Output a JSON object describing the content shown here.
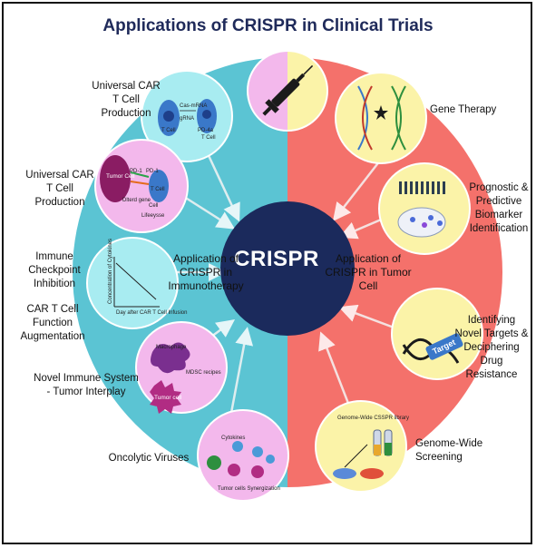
{
  "title": "Applications of CRISPR in Clinical Trials",
  "center": "CRISPR",
  "left_half": "Application of CRISPR in Immunotherapy",
  "right_half": "Application of CRISPR in Tumor Cell",
  "left_items": [
    {
      "label": "Universal CAR T Cell Production"
    },
    {
      "label": "Universal CAR T Cell Production"
    },
    {
      "label": "Immune Checkpoint Inhibition"
    },
    {
      "label": "CAR T Cell Function Augmentation"
    },
    {
      "label": "Novel Immune System - Tumor Interplay"
    },
    {
      "label": "Oncolytic Viruses"
    }
  ],
  "right_items": [
    {
      "label": "Gene Therapy"
    },
    {
      "label": "Prognostic & Predictive Biomarker Identification"
    },
    {
      "label": "Identifying Novel Targets & Deciphering Drug Resistance"
    },
    {
      "label": "Genome-Wide Screening"
    }
  ],
  "inset_text": {
    "c1_cas": "Cas-mRNA",
    "c1_grna": "gRNA",
    "c1_tcell": "T Cell",
    "c1_pd": "PD-4a",
    "c1_tcell2": "T Cell",
    "c2_pd1a": "PD-1",
    "c2_pd1b": "PD-1",
    "c2_tumor": "Tumor Cell",
    "c2_tcell": "T Cell",
    "c2_cell": "Cell",
    "c2_gene": "Dlterd gene",
    "c2_life": "Lifeeysse",
    "c3_y": "Concentration of Cytokines",
    "c3_x": "Day after CAR T Cell Infusion",
    "c4_macro": "Macrophage",
    "c4_mdsc": "MDSC recipes",
    "c4_tumor": "Tumor cell",
    "c5_cyto": "Cytokines",
    "c5_syn": "Tumor cells  Synergization",
    "r4_lib": "Genome-Wide CSSPR library",
    "r3_target": "Target"
  },
  "colors": {
    "left_half": "#5bc4d3",
    "right_half": "#f4716b",
    "center": "#1b2a5c",
    "cyan_circle": "#a8ecf1",
    "pink_circle": "#f3b8ec",
    "yellow_circle": "#fbf3a8"
  }
}
